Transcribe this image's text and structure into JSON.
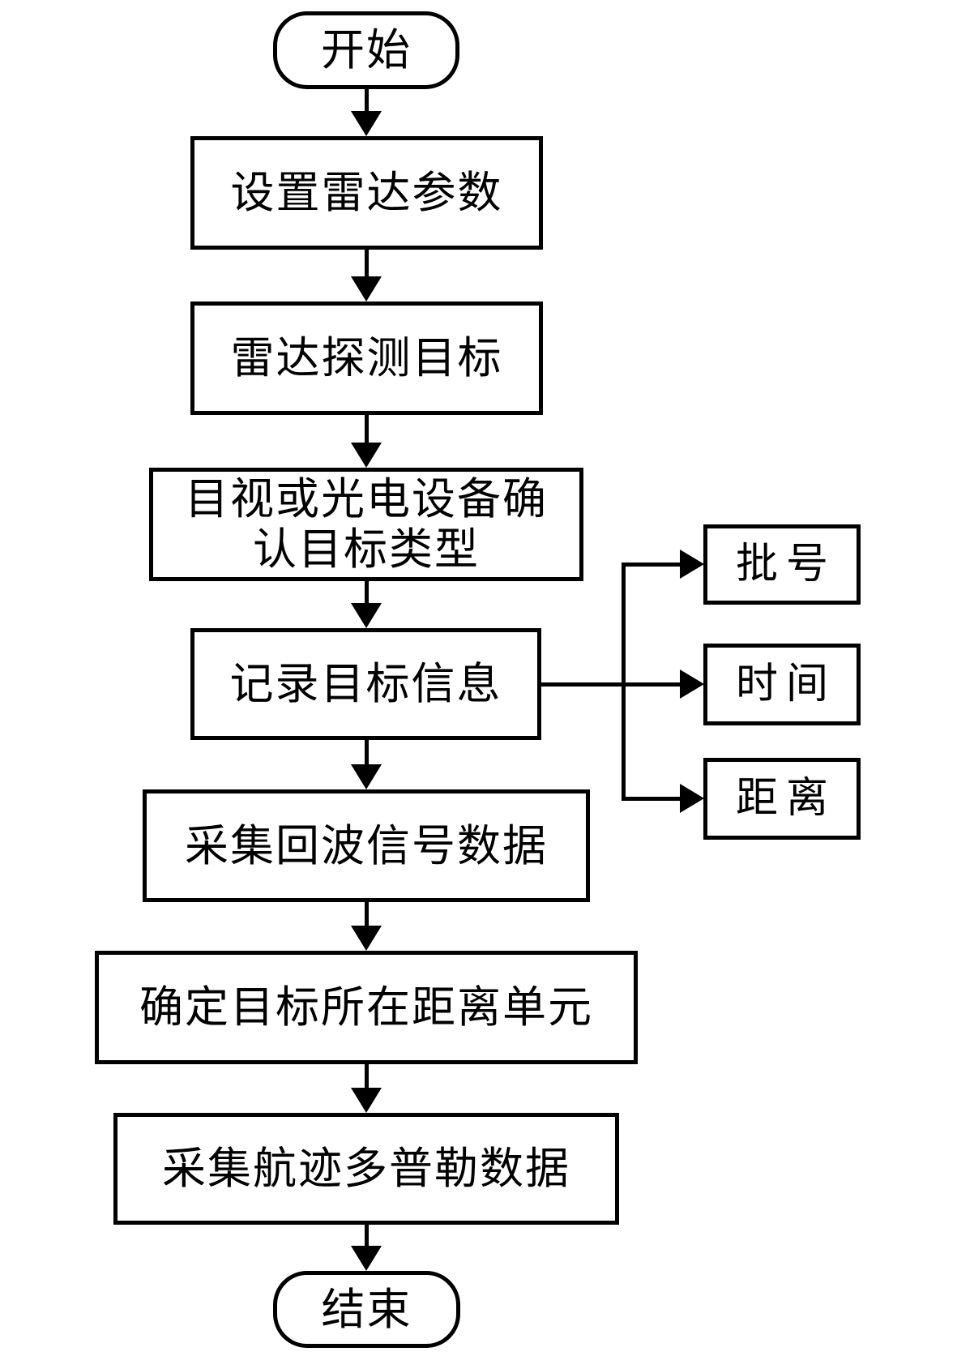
{
  "figure": {
    "type": "flowchart",
    "background_color": "#ffffff",
    "line_color": "#000000"
  },
  "nodes": {
    "start": {
      "label": "开始",
      "shape": "terminator"
    },
    "set_radar_params": {
      "label": "设置雷达参数",
      "shape": "process"
    },
    "radar_detect_target": {
      "label": "雷达探测目标",
      "shape": "process"
    },
    "confirm_target_type": {
      "label": "目视或光电设备确\n认目标类型",
      "shape": "process"
    },
    "record_target_info": {
      "label": "记录目标信息",
      "shape": "process"
    },
    "batch_number": {
      "label": "批号",
      "shape": "process"
    },
    "time": {
      "label": "时间",
      "shape": "process"
    },
    "distance": {
      "label": "距离",
      "shape": "process"
    },
    "collect_echo_data": {
      "label": "采集回波信号数据",
      "shape": "process"
    },
    "determine_range_unit": {
      "label": "确定目标所在距离单元",
      "shape": "process"
    },
    "collect_doppler_data": {
      "label": "采集航迹多普勒数据",
      "shape": "process"
    },
    "end": {
      "label": "结束",
      "shape": "terminator"
    }
  },
  "edges": [
    {
      "from": "start",
      "to": "set_radar_params"
    },
    {
      "from": "set_radar_params",
      "to": "radar_detect_target"
    },
    {
      "from": "radar_detect_target",
      "to": "confirm_target_type"
    },
    {
      "from": "confirm_target_type",
      "to": "record_target_info"
    },
    {
      "from": "record_target_info",
      "to": "batch_number"
    },
    {
      "from": "record_target_info",
      "to": "time"
    },
    {
      "from": "record_target_info",
      "to": "distance"
    },
    {
      "from": "record_target_info",
      "to": "collect_echo_data"
    },
    {
      "from": "collect_echo_data",
      "to": "determine_range_unit"
    },
    {
      "from": "determine_range_unit",
      "to": "collect_doppler_data"
    },
    {
      "from": "collect_doppler_data",
      "to": "end"
    }
  ]
}
